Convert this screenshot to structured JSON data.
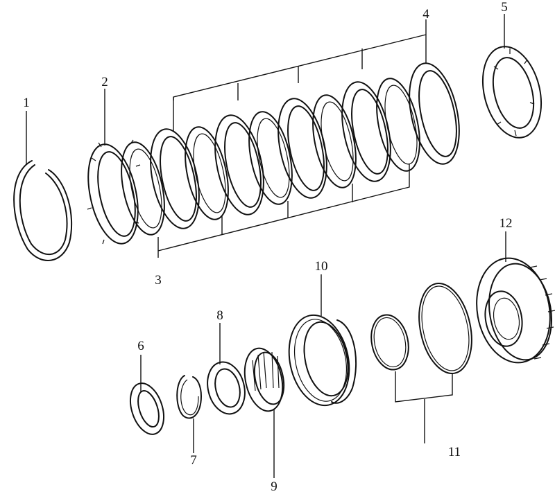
{
  "callouts": [
    {
      "id": "1",
      "label": "1"
    },
    {
      "id": "2",
      "label": "2"
    },
    {
      "id": "3",
      "label": "3"
    },
    {
      "id": "4",
      "label": "4"
    },
    {
      "id": "5",
      "label": "5"
    },
    {
      "id": "6",
      "label": "6"
    },
    {
      "id": "7",
      "label": "7"
    },
    {
      "id": "8",
      "label": "8"
    },
    {
      "id": "9",
      "label": "9"
    },
    {
      "id": "10",
      "label": "10"
    },
    {
      "id": "11",
      "label": "11"
    },
    {
      "id": "12",
      "label": "12"
    }
  ],
  "palette": {
    "ink": "#111111",
    "paper": "#ffffff"
  }
}
